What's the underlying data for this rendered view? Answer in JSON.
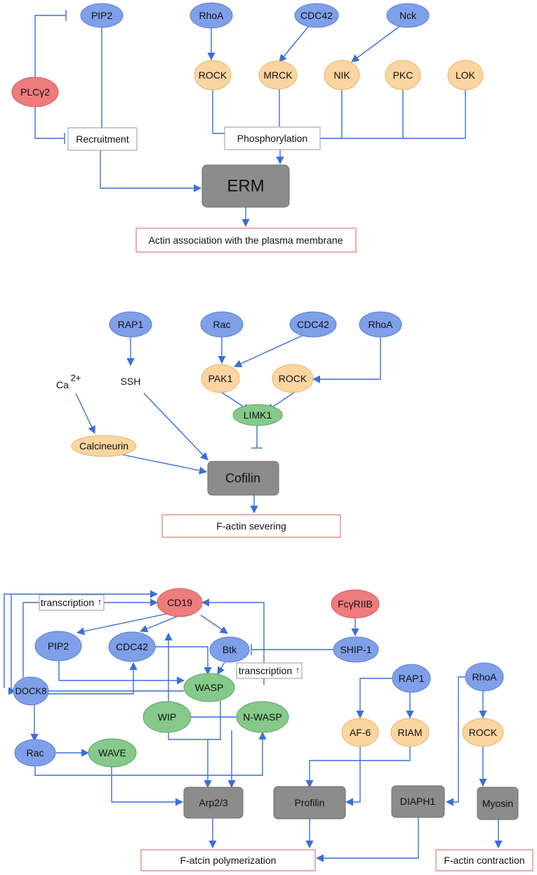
{
  "panel_a": {
    "pip2": "PIP2",
    "rhoa": "RhoA",
    "cdc42": "CDC42",
    "nck": "Nck",
    "plcg2": "PLCγ2",
    "rock": "ROCK",
    "mrck": "MRCK",
    "nik": "NIK",
    "pkc": "PKC",
    "lok": "LOK",
    "recruitment": "Recruitment",
    "phosphorylation": "Phosphorylation",
    "erm": "ERM",
    "outcome": "Actin association with the plasma membrane"
  },
  "panel_b": {
    "rap1": "RAP1",
    "rac": "Rac",
    "cdc42": "CDC42",
    "rhoa": "RhoA",
    "ca": "Ca",
    "ca_sup": "2+",
    "ssh": "SSH",
    "pak1": "PAK1",
    "rock": "ROCK",
    "limk1": "LIMK1",
    "calcineurin": "Calcineurin",
    "cofilin": "Cofilin",
    "outcome": "F-actin severing"
  },
  "panel_c": {
    "transcription1": "transcription",
    "transcription2": "transcription",
    "up_arrow": "↑",
    "cd19": "CD19",
    "fcgriib": "FcγRIIB",
    "pip2": "PIP2",
    "cdc42": "CDC42",
    "btk": "Btk",
    "ship1": "SHIP-1",
    "dock8": "DOCK8",
    "wasp": "WASP",
    "wip": "WIP",
    "nwasp": "N-WASP",
    "rap1": "RAP1",
    "rhoa": "RhoA",
    "af6": "AF-6",
    "riam": "RIAM",
    "rock": "ROCK",
    "rac": "Rac",
    "wave": "WAVE",
    "arp23": "Arp2/3",
    "profilin": "Profilin",
    "diaph1": "DIAPH1",
    "myosin": "Myosin",
    "outcome_poly": "F-atcin polymerization",
    "outcome_contraction": "F-actin contraction"
  }
}
